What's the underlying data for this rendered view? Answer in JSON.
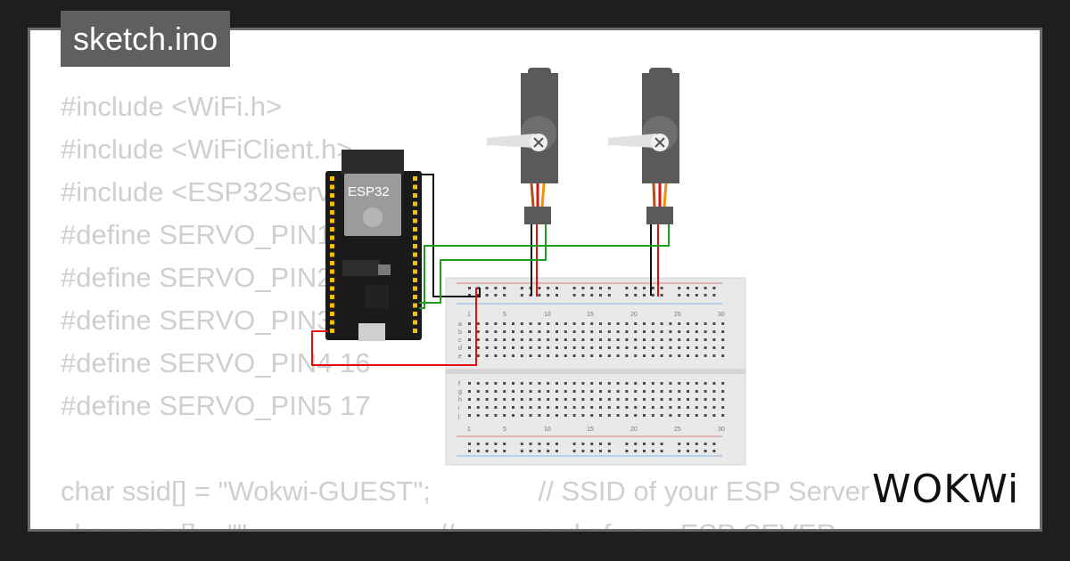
{
  "file": {
    "name": "sketch.ino"
  },
  "code_lines": [
    "#include <WiFi.h>",
    "#include <WiFiClient.h>",
    "#include <ESP32Servo.h>",
    "#define SERVO_PIN1 14",
    "#define SERVO_PIN2 12",
    "#define SERVO_PIN3 13",
    "#define SERVO_PIN4 16",
    "#define SERVO_PIN5 17",
    "",
    "char ssid[] = \"Wokwi-GUEST\";              // SSID of your ESP Server",
    "char pass[] = \"\";                        // password of your ESP SEVER"
  ],
  "board": {
    "label": "ESP32"
  },
  "breadboard": {
    "column_numbers": [
      "1",
      "5",
      "10",
      "15",
      "20",
      "25",
      "30"
    ],
    "row_letters_top": [
      "a",
      "b",
      "c",
      "d",
      "e"
    ],
    "row_letters_bottom": [
      "f",
      "g",
      "h",
      "i",
      "j"
    ]
  },
  "brand": {
    "logo": "WOKWi"
  },
  "colors": {
    "background": "#1e1e1e",
    "card": "#ffffff",
    "code_text": "#cfcfcf",
    "wire_black": "#111111",
    "wire_red": "#e01010",
    "wire_green": "#1e9e1e",
    "servo_body": "#5a5a5a"
  }
}
